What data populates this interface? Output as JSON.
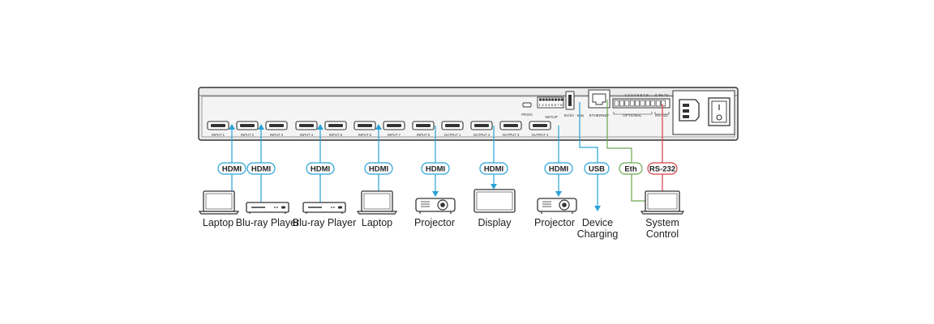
{
  "ports": {
    "inputs": [
      "INPUT 1",
      "INPUT 2",
      "INPUT 3",
      "INPUT 4",
      "INPUT 5",
      "INPUT 6",
      "INPUT 7",
      "INPUT 8"
    ],
    "outputs": [
      "OUTPUT 1",
      "OUTPUT 2",
      "OUTPUT 3",
      "OUTPUT 4"
    ],
    "prog": "PROG",
    "setup": "SETUP",
    "dip_numbers": "1 2 3 4 5 6 7 8",
    "usb": "5V/2A",
    "usb_sub": "Max",
    "ethernet": "ETHERNET",
    "terminal_numbers": "1 2 3 4 5 6 7 8",
    "terminal_rxtx": "G Rx Tx",
    "optional": "OPTIONAL",
    "rs232": "RS-232"
  },
  "cables": {
    "hdmi": "HDMI",
    "usb": "USB",
    "eth": "Eth",
    "rs232": "RS-232"
  },
  "devices": {
    "in1": "Laptop",
    "in2": "Blu-ray Player",
    "in4": "Blu-ray Player",
    "in6": "Laptop",
    "in8": "Projector",
    "out2": "Display",
    "out4": "Projector",
    "usb_line1": "Device",
    "usb_line2": "Charging",
    "ctrl_line1": "System",
    "ctrl_line2": "Control"
  },
  "colors": {
    "hdmi": "#29a3d6",
    "eth": "#6aa84f",
    "rs232": "#d6404a",
    "chassis": "#f0f0f0",
    "outline": "#333333"
  }
}
